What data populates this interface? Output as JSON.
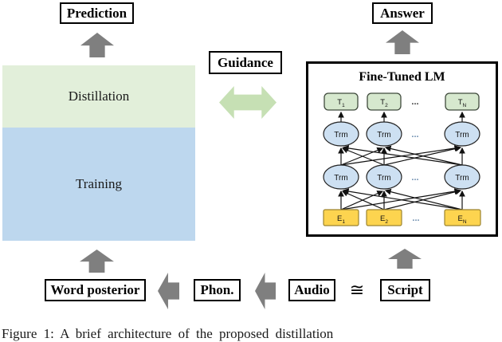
{
  "figure": {
    "caption": "Figure 1: A brief architecture of the proposed distillation"
  },
  "labels": {
    "prediction": "Prediction",
    "answer": "Answer",
    "guidance": "Guidance",
    "distillation": "Distillation",
    "training": "Training",
    "word_posterior": "Word posterior",
    "phon": "Phon.",
    "audio": "Audio",
    "approx": "≅",
    "script": "Script"
  },
  "lm": {
    "title": "Fine-Tuned LM",
    "trm": "Trm",
    "ellipsis": "...",
    "t_nodes": [
      {
        "base": "T",
        "sub": "1"
      },
      {
        "base": "T",
        "sub": "2"
      },
      {
        "base": "T",
        "sub": "N"
      }
    ],
    "e_nodes": [
      {
        "base": "E",
        "sub": "1"
      },
      {
        "base": "E",
        "sub": "2"
      },
      {
        "base": "E",
        "sub": "N"
      }
    ]
  },
  "colors": {
    "distillation_bg": "#e2efda",
    "training_bg": "#bdd7ee",
    "guidance_arrow_green": "#c6e0b4",
    "flow_arrow_gray": "#7f7f7f",
    "t_node_fill": "#d6e8ce",
    "trm_node_fill": "#cde0f2",
    "e_node_fill": "#fdd44f"
  }
}
